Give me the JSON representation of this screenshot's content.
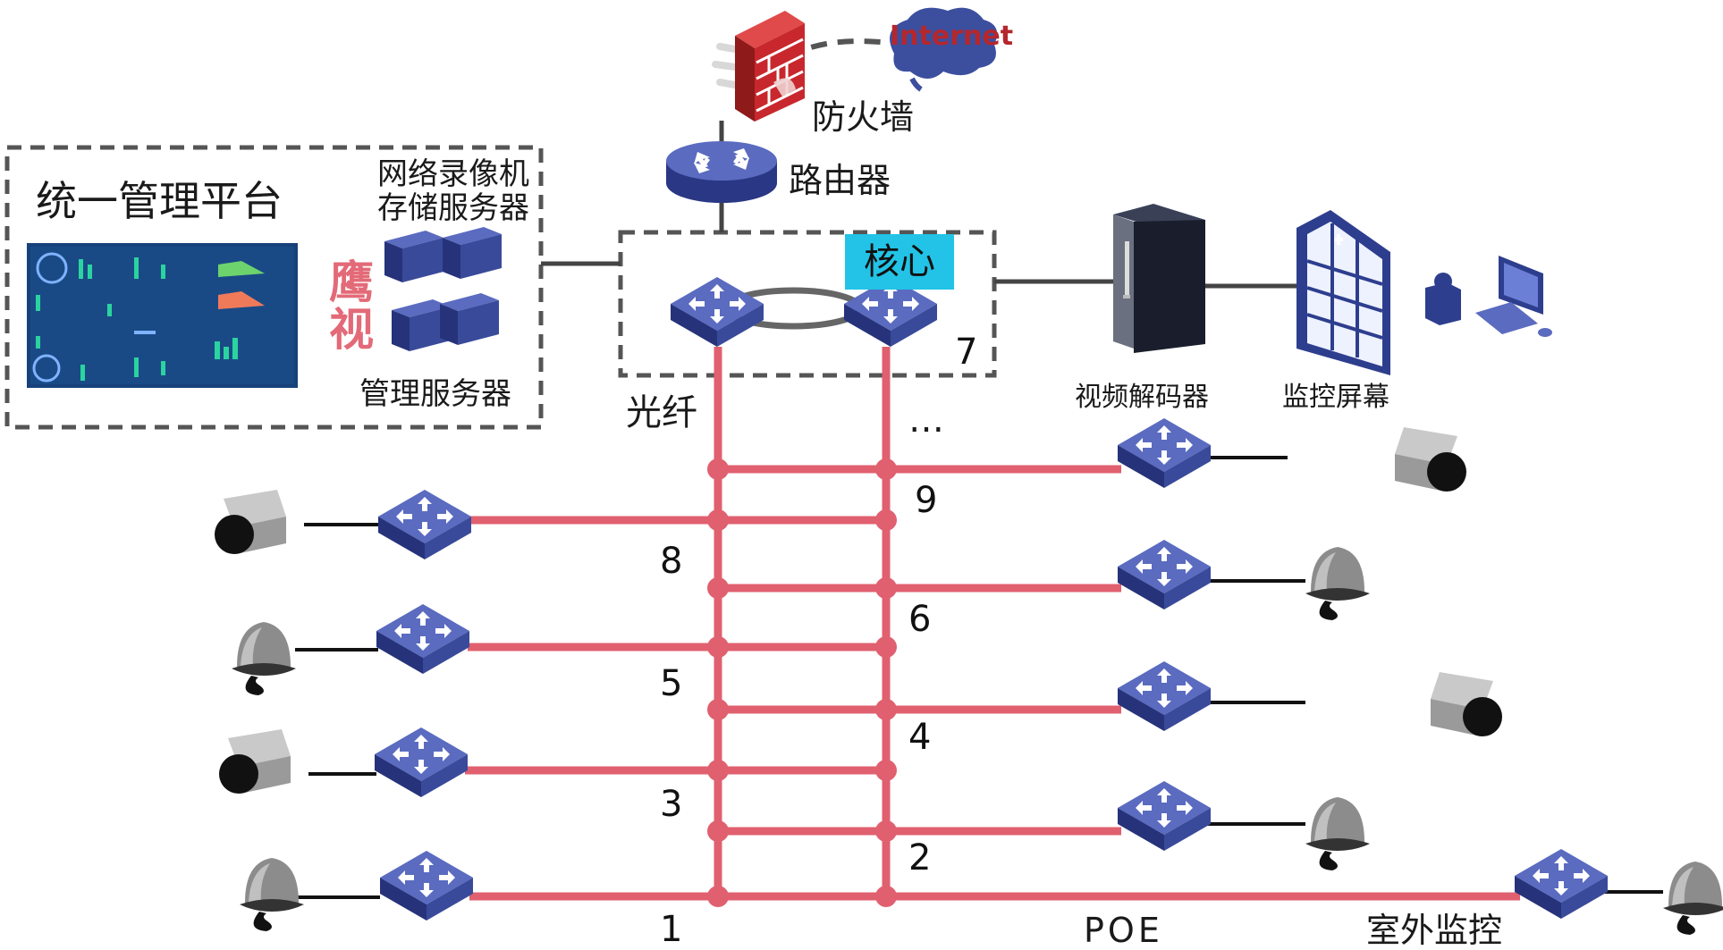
{
  "platform": {
    "title": "统一管理平台",
    "brand_line1": "鹰",
    "brand_line2": "视",
    "nvr_line1": "网络录像机",
    "nvr_line2": "存储服务器",
    "mgmt_server": "管理服务器"
  },
  "top": {
    "internet": "Internet",
    "firewall": "防火墙",
    "router": "路由器"
  },
  "core": {
    "label": "核心",
    "fiber": "光纤",
    "ellipsis": "…"
  },
  "right": {
    "decoder": "视频解码器",
    "screen": "监控屏幕"
  },
  "bottom": {
    "poe": "POE",
    "outdoor": "室外监控"
  },
  "links": [
    "1",
    "2",
    "3",
    "4",
    "5",
    "6",
    "7",
    "8",
    "9"
  ],
  "colors": {
    "fiber": "#e0606f",
    "switch_face": "#3a4a9a",
    "switch_top": "#5566b8",
    "server": "#2e3e8e",
    "firewall": "#c8282d",
    "cloud": "#3c4f9e",
    "internet_text": "#b4272d"
  }
}
